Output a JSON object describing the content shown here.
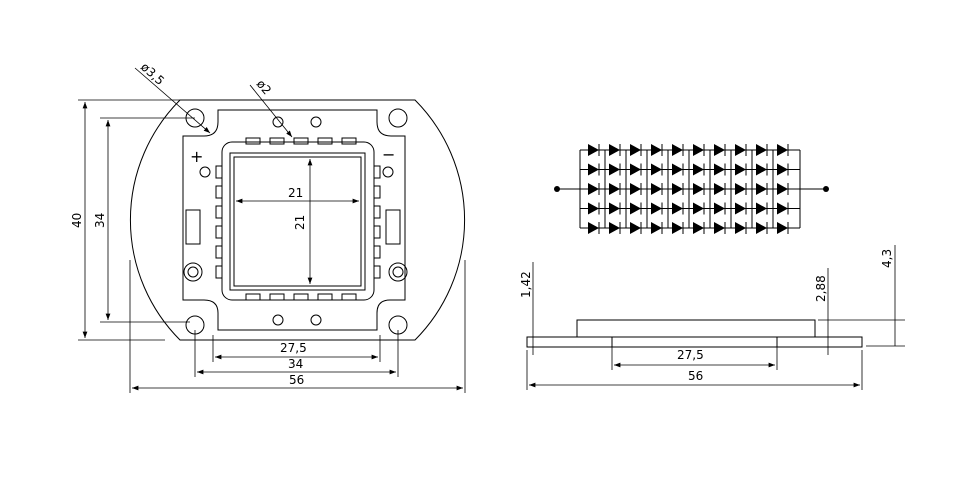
{
  "front_view": {
    "hole_large_label": "ø3,5",
    "hole_small_label": "ø2",
    "plus_label": "+",
    "minus_label": "−",
    "dim_height_outer": "40",
    "dim_height_holes": "34",
    "dim_chip_width": "21",
    "dim_chip_height": "21",
    "dim_bottom_inner": "27,5",
    "dim_bottom_holes": "34",
    "dim_bottom_overall": "56"
  },
  "schematic": {
    "rows": 5,
    "columns": 10
  },
  "side_view": {
    "dim_base_thickness": "1,42",
    "dim_lens_height": "2,88",
    "dim_total_height": "4,3",
    "dim_inner": "27,5",
    "dim_overall": "56"
  },
  "colors": {
    "line": "#000000",
    "background": "#ffffff"
  }
}
